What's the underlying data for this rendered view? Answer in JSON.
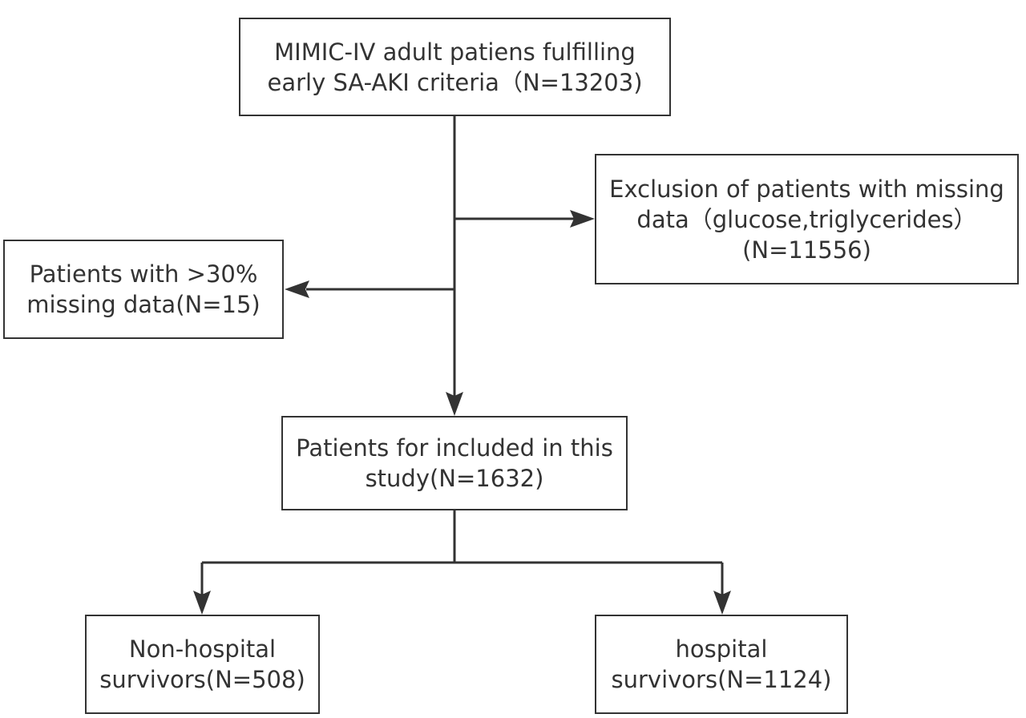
{
  "boxes": {
    "source": {
      "lines": [
        "MIMIC-IV adult patiens fulfilling",
        "early SA-AKI criteria（N=13203)"
      ]
    },
    "exclusion_missing": {
      "lines": [
        "Exclusion of patients with missing",
        "data（glucose,triglycerides）",
        "(N=11556)"
      ]
    },
    "missing_30": {
      "lines": [
        "Patients with >30%",
        "missing data(N=15)"
      ]
    },
    "included": {
      "lines": [
        "Patients for included in this",
        "study(N=1632)"
      ]
    },
    "non_survivors": {
      "lines": [
        "Non-hospital",
        "survivors(N=508)"
      ]
    },
    "survivors": {
      "lines": [
        "hospital",
        "survivors(N=1124)"
      ]
    }
  },
  "colors": {
    "stroke": "#333333",
    "text": "#333333",
    "background": "#ffffff"
  }
}
